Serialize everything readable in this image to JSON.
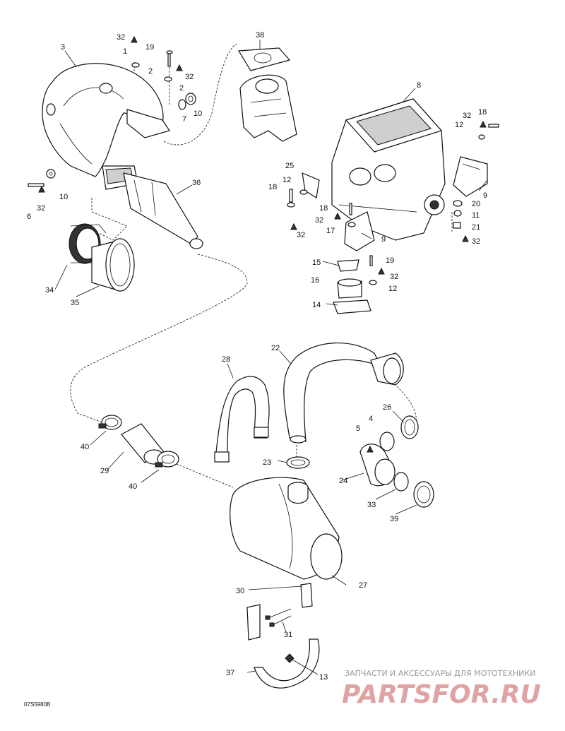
{
  "diagram": {
    "callouts": [
      {
        "id": "c-32a",
        "text": "32"
      },
      {
        "id": "c-1",
        "text": "1"
      },
      {
        "id": "c-19a",
        "text": "19"
      },
      {
        "id": "c-2a",
        "text": "2"
      },
      {
        "id": "c-32b",
        "text": "32"
      },
      {
        "id": "c-2b",
        "text": "2"
      },
      {
        "id": "c-7",
        "text": "7"
      },
      {
        "id": "c-10a",
        "text": "10"
      },
      {
        "id": "c-3",
        "text": "3"
      },
      {
        "id": "c-38",
        "text": "38"
      },
      {
        "id": "c-8",
        "text": "8"
      },
      {
        "id": "c-32c",
        "text": "32"
      },
      {
        "id": "c-18a",
        "text": "18"
      },
      {
        "id": "c-12a",
        "text": "12"
      },
      {
        "id": "c-9a",
        "text": "9"
      },
      {
        "id": "c-20",
        "text": "20"
      },
      {
        "id": "c-11",
        "text": "11"
      },
      {
        "id": "c-21",
        "text": "21"
      },
      {
        "id": "c-32d",
        "text": "32"
      },
      {
        "id": "c-25",
        "text": "25"
      },
      {
        "id": "c-12b",
        "text": "12"
      },
      {
        "id": "c-18b",
        "text": "18"
      },
      {
        "id": "c-18c",
        "text": "18"
      },
      {
        "id": "c-32e",
        "text": "32"
      },
      {
        "id": "c-32f",
        "text": "32"
      },
      {
        "id": "c-17",
        "text": "17"
      },
      {
        "id": "c-9b",
        "text": "9"
      },
      {
        "id": "c-15",
        "text": "15"
      },
      {
        "id": "c-19b",
        "text": "19"
      },
      {
        "id": "c-32g",
        "text": "32"
      },
      {
        "id": "c-16",
        "text": "16"
      },
      {
        "id": "c-12c",
        "text": "12"
      },
      {
        "id": "c-14",
        "text": "14"
      },
      {
        "id": "c-36",
        "text": "36"
      },
      {
        "id": "c-10b",
        "text": "10"
      },
      {
        "id": "c-6",
        "text": "6"
      },
      {
        "id": "c-32h",
        "text": "32"
      },
      {
        "id": "c-34",
        "text": "34"
      },
      {
        "id": "c-35",
        "text": "35"
      },
      {
        "id": "c-22",
        "text": "22"
      },
      {
        "id": "c-28",
        "text": "28"
      },
      {
        "id": "c-26",
        "text": "26"
      },
      {
        "id": "c-4",
        "text": "4"
      },
      {
        "id": "c-5",
        "text": "5"
      },
      {
        "id": "c-40a",
        "text": "40"
      },
      {
        "id": "c-29",
        "text": "29"
      },
      {
        "id": "c-40b",
        "text": "40"
      },
      {
        "id": "c-23",
        "text": "23"
      },
      {
        "id": "c-24",
        "text": "24"
      },
      {
        "id": "c-33",
        "text": "33"
      },
      {
        "id": "c-39",
        "text": "39"
      },
      {
        "id": "c-27",
        "text": "27"
      },
      {
        "id": "c-30",
        "text": "30"
      },
      {
        "id": "c-31",
        "text": "31"
      },
      {
        "id": "c-37",
        "text": "37"
      },
      {
        "id": "c-13",
        "text": "13"
      }
    ],
    "figure_code": "07S5980B"
  },
  "watermark": {
    "tagline": "ЗАПЧАСТИ И АКСЕССУАРЫ ДЛЯ МОТОТЕХНИКИ",
    "logo": "PARTSFOR.RU"
  }
}
